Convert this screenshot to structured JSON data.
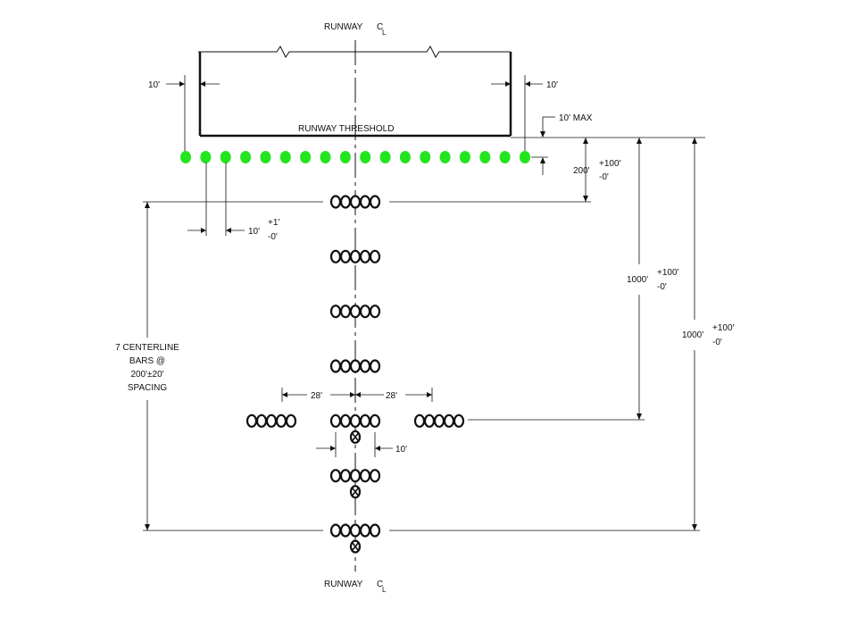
{
  "labels": {
    "runway_cl_top": "RUNWAY",
    "runway_cl_bottom": "RUNWAY",
    "cl_symbol": "C",
    "cl_subscript": "L",
    "threshold": "RUNWAY THRESHOLD",
    "offset_left": "10'",
    "offset_right": "10'",
    "max_offset": "10' MAX",
    "spacing_200": "200'",
    "tol_200_plus": "+100'",
    "tol_200_minus": "-0'",
    "lamp_spacing": "10'",
    "tol_lamp_plus": "+1'",
    "tol_lamp_minus": "-0'",
    "distance_1000_inner": "1000'",
    "tol_1000_inner_plus": "+100'",
    "tol_1000_inner_minus": "-0'",
    "distance_1000_outer": "1000'",
    "tol_1000_outer_plus": "+100'",
    "tol_1000_outer_minus": "-0'",
    "crossbar_left": "28'",
    "crossbar_right": "28'",
    "extra_lamp_spacing": "10'",
    "centerline_note": [
      "7 CENTERLINE",
      "BARS @",
      "200'±20'",
      "SPACING"
    ]
  },
  "threshold_lights": {
    "count": 18,
    "color": "#22e51f"
  },
  "centerline_bars": {
    "count": 7,
    "lamps_per_bar": 5,
    "bars_with_extra_lamp": 3
  },
  "crossbar_lamps_each_side": 5
}
